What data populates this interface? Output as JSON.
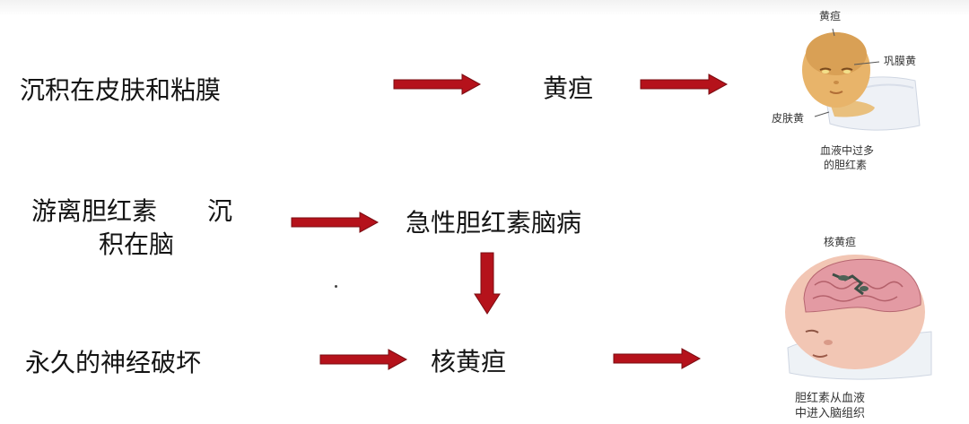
{
  "row1": {
    "left": "沉积在皮肤和粘膜",
    "middle": "黄疸"
  },
  "row2": {
    "left_line1": "游离胆红素　　沉",
    "left_line2": "积在脑",
    "middle": "急性胆红素脑病"
  },
  "row3": {
    "left": "永久的神经破坏",
    "middle": "核黄疸"
  },
  "baby_image": {
    "label_top": "黄疸",
    "label_eye": "巩膜黄",
    "label_skin": "皮肤黄",
    "caption_line1": "血液中过多",
    "caption_line2": "的胆红素"
  },
  "brain_image": {
    "label_top": "核黄疸",
    "caption_line1": "胆红素从血液",
    "caption_line2": "中进入脑组织"
  },
  "colors": {
    "arrow": "#b5121b",
    "text": "#141414"
  }
}
